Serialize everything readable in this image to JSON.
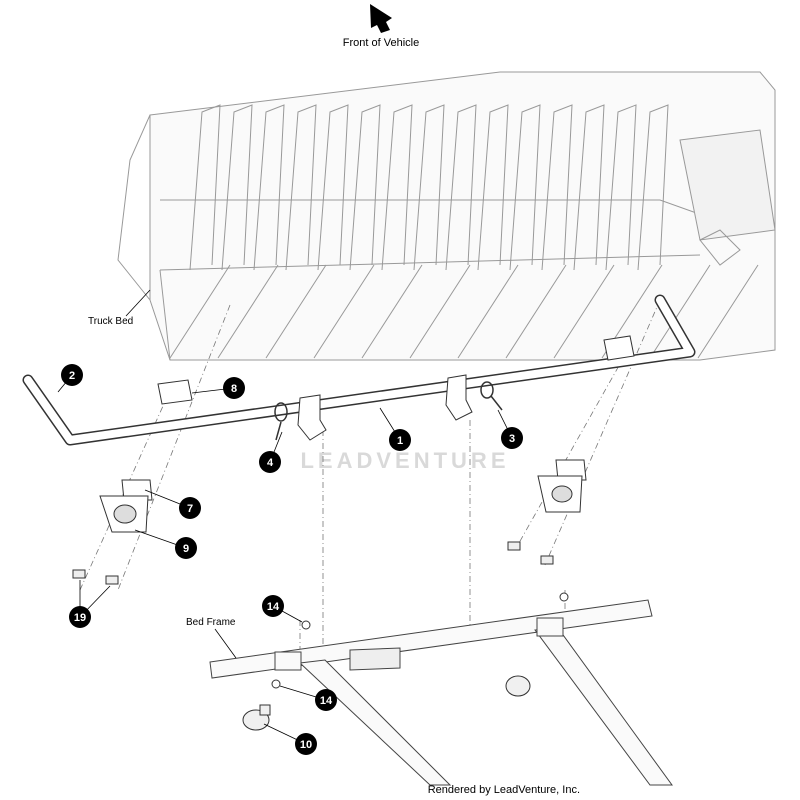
{
  "labels": {
    "front": "Front of Vehicle",
    "truck_bed": "Truck Bed",
    "bed_frame": "Bed Frame",
    "credit": "Rendered by LeadVenture, Inc.",
    "watermark": "LEADVENTURE"
  },
  "callouts": [
    "1",
    "2",
    "3",
    "4",
    "7",
    "8",
    "9",
    "10",
    "14",
    "14",
    "19"
  ]
}
